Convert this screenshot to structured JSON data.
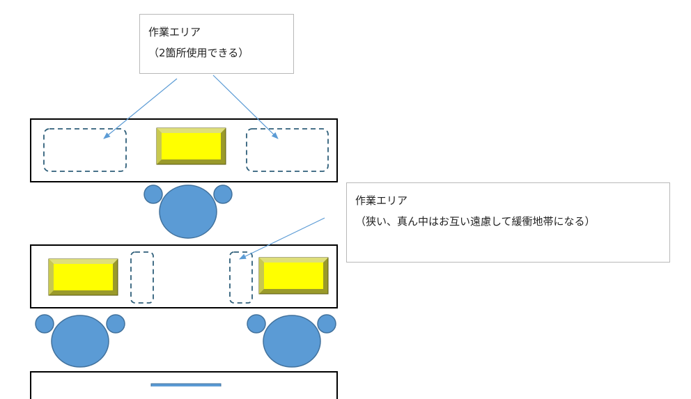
{
  "callouts": [
    {
      "line1": "作業エリア",
      "line2": "（2箇所使用できる）"
    },
    {
      "line1": "作業エリア",
      "line2": "（狭い、真ん中はお互い遠慮して緩衝地帯になる）"
    }
  ],
  "colors": {
    "arrow": "#5b9bd5",
    "chair_fill": "#5b9bd5",
    "chair_stroke": "#41719c",
    "monitor_fill": "#ffff00",
    "monitor_bevel": "#9a9a2a",
    "work_area_dash": "#2f5f7a"
  }
}
